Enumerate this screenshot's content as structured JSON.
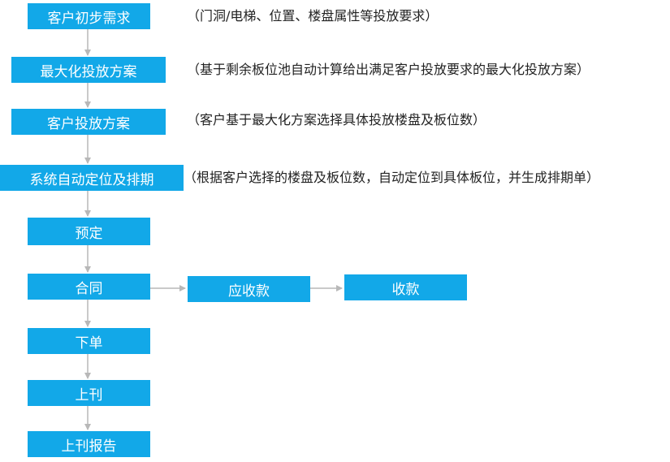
{
  "colors": {
    "box_fill": "#12a8e8",
    "box_text": "#ffffff",
    "arrow": "#b8b8b8",
    "note_text": "#222222"
  },
  "steps": [
    {
      "label": "客户初步需求",
      "note": "（门洞/电梯、位置、楼盘属性等投放要求）"
    },
    {
      "label": "最大化投放方案",
      "note": "（基于剩余板位池自动计算给出满足客户投放要求的最大化投放方案）"
    },
    {
      "label": "客户投放方案",
      "note": "（客户基于最大化方案选择具体投放楼盘及板位数）"
    },
    {
      "label": "系统自动定位及排期",
      "note": "（根据客户选择的楼盘及板位数，自动定位到具体板位，并生成排期单）"
    },
    {
      "label": "预定"
    },
    {
      "label": "合同"
    },
    {
      "label": "下单"
    },
    {
      "label": "上刊"
    },
    {
      "label": "上刊报告"
    }
  ],
  "branch": [
    {
      "label": "应收款"
    },
    {
      "label": "收款"
    }
  ]
}
